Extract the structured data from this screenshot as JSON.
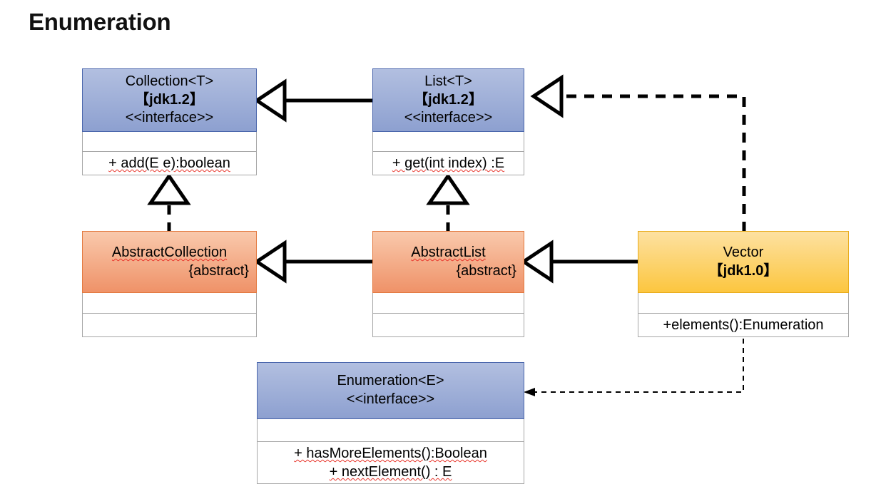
{
  "page": {
    "title": "Enumeration",
    "diagram_type": "UML class diagram"
  },
  "classes": {
    "collection": {
      "name": "Collection<T>",
      "version": "【jdk1.2】",
      "stereotype": "<<interface>>",
      "attributes": "",
      "methods": "+ add(E e):boolean",
      "color": "#8da0d0"
    },
    "list": {
      "name": "List<T>",
      "version": "【jdk1.2】",
      "stereotype": "<<interface>>",
      "attributes": "",
      "methods": "+ get(int index) :E",
      "color": "#8da0d0"
    },
    "abstract_collection": {
      "name": "AbstractCollection",
      "modifier": "{abstract}",
      "attributes": "",
      "methods": "",
      "color": "#ef9268"
    },
    "abstract_list": {
      "name": "AbstractList",
      "modifier": "{abstract}",
      "attributes": "",
      "methods": "",
      "color": "#ef9268"
    },
    "vector": {
      "name": "Vector",
      "version": "【jdk1.0】",
      "attributes": "",
      "methods": "+elements():Enumeration",
      "color": "#fcc63f"
    },
    "enumeration": {
      "name": "Enumeration<E>",
      "stereotype": "<<interface>>",
      "attributes": "",
      "method_1": "+ hasMoreElements():Boolean",
      "method_2": "+ nextElement() : E",
      "color": "#8da0d0"
    }
  },
  "relationships": [
    {
      "id": "list-to-collection",
      "kind": "generalization",
      "from": "List<T>",
      "to": "Collection<T>",
      "line": "solid",
      "arrow": "hollow-triangle"
    },
    {
      "id": "abstractcollection-to-collection",
      "kind": "realization",
      "from": "AbstractCollection",
      "to": "Collection<T>",
      "line": "dashed",
      "arrow": "hollow-triangle"
    },
    {
      "id": "abstractlist-to-list",
      "kind": "realization",
      "from": "AbstractList",
      "to": "List<T>",
      "line": "dashed",
      "arrow": "hollow-triangle"
    },
    {
      "id": "abstractlist-to-abstractcollection",
      "kind": "generalization",
      "from": "AbstractList",
      "to": "AbstractCollection",
      "line": "solid",
      "arrow": "hollow-triangle"
    },
    {
      "id": "vector-to-abstractlist",
      "kind": "generalization",
      "from": "Vector",
      "to": "AbstractList",
      "line": "solid",
      "arrow": "hollow-triangle"
    },
    {
      "id": "vector-to-list",
      "kind": "realization",
      "from": "Vector",
      "to": "List<T>",
      "line": "dashed",
      "arrow": "hollow-triangle"
    },
    {
      "id": "vector-to-enumeration",
      "kind": "dependency",
      "from": "Vector",
      "to": "Enumeration<E>",
      "line": "dotted",
      "arrow": "open-filled"
    }
  ]
}
